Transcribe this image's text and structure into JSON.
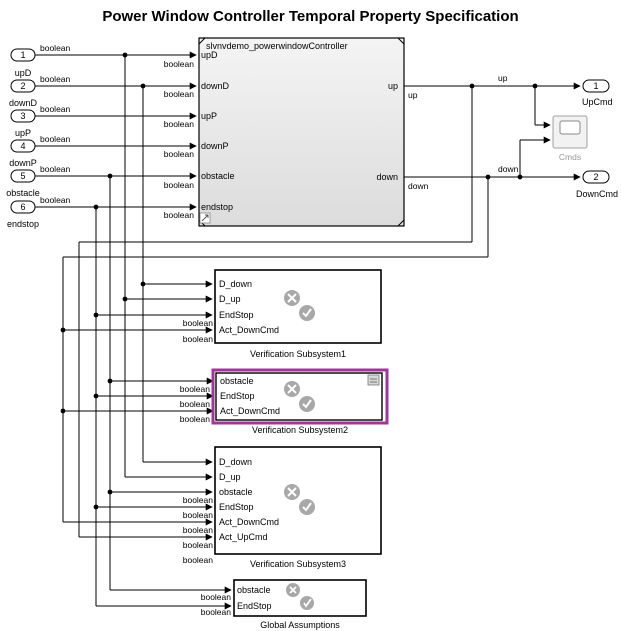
{
  "title": "Power Window Controller Temporal Property Specification",
  "inports": [
    {
      "num": "1",
      "name": "upD",
      "type": "boolean"
    },
    {
      "num": "2",
      "name": "downD",
      "type": "boolean"
    },
    {
      "num": "3",
      "name": "upP",
      "type": "boolean"
    },
    {
      "num": "4",
      "name": "downP",
      "type": "boolean"
    },
    {
      "num": "5",
      "name": "obstacle",
      "type": "boolean"
    },
    {
      "num": "6",
      "name": "endstop",
      "type": "boolean"
    }
  ],
  "controller": {
    "name": "slvnvdemo_powerwindowController",
    "inputs": [
      "upD",
      "downD",
      "upP",
      "downP",
      "obstacle",
      "endstop"
    ],
    "outputs": [
      "up",
      "down"
    ],
    "input_type": "boolean"
  },
  "signals": {
    "up": "up",
    "down": "down"
  },
  "outports": [
    {
      "num": "1",
      "name": "UpCmd"
    },
    {
      "num": "2",
      "name": "DownCmd"
    }
  ],
  "scope": {
    "name": "Cmds"
  },
  "subsystems": [
    {
      "name": "Verification Subsystem1",
      "ports": [
        "D_down",
        "D_up",
        "EndStop",
        "Act_DownCmd"
      ],
      "types": [
        "boolean",
        "boolean"
      ]
    },
    {
      "name": "Verification Subsystem2",
      "ports": [
        "obstacle",
        "EndStop",
        "Act_DownCmd"
      ],
      "types": [
        "boolean",
        "boolean",
        "boolean"
      ]
    },
    {
      "name": "Verification Subsystem3",
      "ports": [
        "D_down",
        "D_up",
        "obstacle",
        "EndStop",
        "Act_DownCmd",
        "Act_UpCmd"
      ],
      "types": [
        "boolean",
        "boolean",
        "boolean",
        "boolean",
        "boolean"
      ]
    },
    {
      "name": "Global Assumptions",
      "ports": [
        "obstacle",
        "EndStop"
      ],
      "types": [
        "boolean",
        "boolean"
      ]
    }
  ],
  "colors": {
    "selection": "#a0359a",
    "block_gray": "#e6e6e6",
    "icon_gray": "#a8a8a8"
  }
}
